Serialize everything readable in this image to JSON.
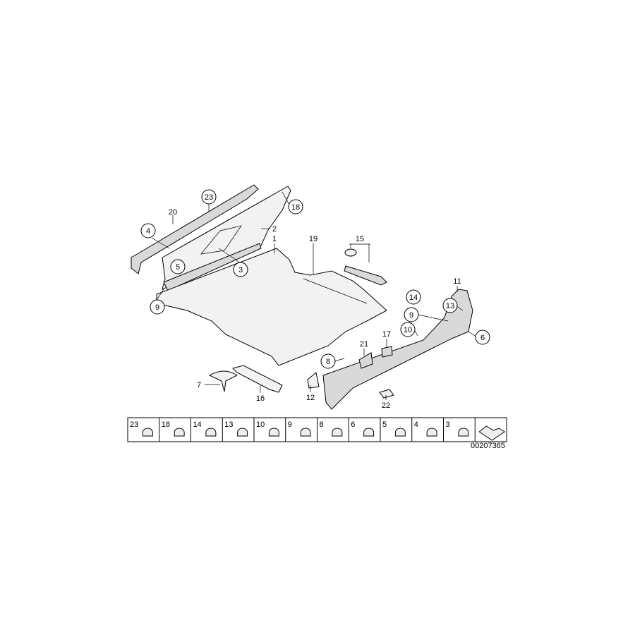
{
  "diagram_id": "00207365",
  "callouts": [
    {
      "number": "23",
      "circled": true
    },
    {
      "number": "20",
      "circled": false
    },
    {
      "number": "18",
      "circled": true
    },
    {
      "number": "4",
      "circled": true
    },
    {
      "number": "2",
      "circled": false
    },
    {
      "number": "1",
      "circled": false
    },
    {
      "number": "19",
      "circled": false
    },
    {
      "number": "15",
      "circled": false
    },
    {
      "number": "5",
      "circled": true
    },
    {
      "number": "3",
      "circled": true
    },
    {
      "number": "9",
      "circled": true
    },
    {
      "number": "11",
      "circled": false
    },
    {
      "number": "14",
      "circled": true
    },
    {
      "number": "13",
      "circled": true
    },
    {
      "number": "9",
      "circled": true
    },
    {
      "number": "10",
      "circled": true
    },
    {
      "number": "6",
      "circled": true
    },
    {
      "number": "17",
      "circled": false
    },
    {
      "number": "21",
      "circled": false
    },
    {
      "number": "8",
      "circled": true
    },
    {
      "number": "7",
      "circled": false
    },
    {
      "number": "16",
      "circled": false
    },
    {
      "number": "12",
      "circled": false
    },
    {
      "number": "22",
      "circled": false
    }
  ],
  "fastener_strip": [
    {
      "number": "23",
      "icon": "push-rivet-icon"
    },
    {
      "number": "18",
      "icon": "clip-nut-icon"
    },
    {
      "number": "14",
      "icon": "cap-icon"
    },
    {
      "number": "13",
      "icon": "screw-icon"
    },
    {
      "number": "10",
      "icon": "expansion-nut-icon"
    },
    {
      "number": "9",
      "icon": "push-pin-icon"
    },
    {
      "number": "8",
      "icon": "plug-icon"
    },
    {
      "number": "6",
      "icon": "grommet-icon"
    },
    {
      "number": "5",
      "icon": "screw-icon"
    },
    {
      "number": "4",
      "icon": "plug-icon"
    },
    {
      "number": "3",
      "icon": "grommet-icon"
    },
    {
      "number": "",
      "icon": "arrow-bracket-icon"
    }
  ]
}
